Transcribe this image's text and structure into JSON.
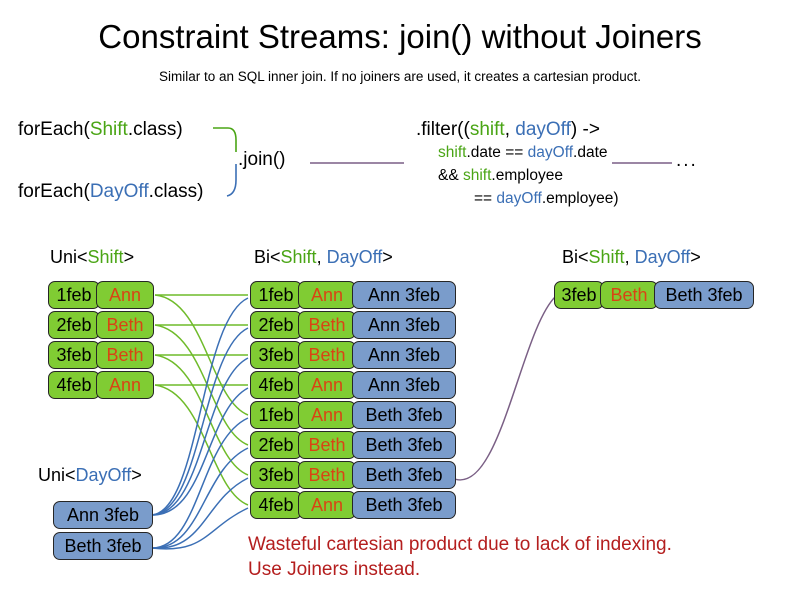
{
  "title": "Constraint Streams: join() without Joiners",
  "subtitle": "Similar to an SQL inner join. If no joiners are used, it creates a cartesian product.",
  "colors": {
    "shift_green": "#4aa515",
    "dayoff_blue": "#3b6fb5",
    "card_green": "#80cc33",
    "card_blue": "#7a9ccb",
    "name_orange": "#d94414",
    "warning_red": "#b41e1e",
    "join_line_purple": "#7a5f85"
  },
  "code": {
    "forEach_shift": {
      "prefix": "forEach(",
      "type": "Shift",
      "suffix": ".class)"
    },
    "forEach_dayoff": {
      "prefix": "forEach(",
      "type": "DayOff",
      "suffix": ".class)"
    },
    "join": ".join()",
    "filter": {
      "line1_prefix": ".filter((",
      "line1_param1": "shift",
      "line1_comma": ", ",
      "line1_param2": "dayOff",
      "line1_suffix": ") ->",
      "line2_a": "shift",
      "line2_b": ".date == ",
      "line2_c": "dayOff",
      "line2_d": ".date",
      "line3_a": "&& ",
      "line3_b": "shift",
      "line3_c": ".employee",
      "line4_a": "== ",
      "line4_b": "dayOff",
      "line4_c": ".employee)"
    },
    "ellipsis": "..."
  },
  "stream_labels": {
    "uni_shift": {
      "prefix": "Uni<",
      "type": "Shift",
      "suffix": ">"
    },
    "bi_middle": {
      "prefix": "Bi<",
      "type1": "Shift",
      "comma": ", ",
      "type2": "DayOff",
      "suffix": ">"
    },
    "bi_right": {
      "prefix": "Bi<",
      "type1": "Shift",
      "comma": ", ",
      "type2": "DayOff",
      "suffix": ">"
    },
    "uni_dayoff": {
      "prefix": "Uni<",
      "type": "DayOff",
      "suffix": ">"
    }
  },
  "uni_shift_facts": [
    {
      "date": "1feb",
      "employee": "Ann"
    },
    {
      "date": "2feb",
      "employee": "Beth"
    },
    {
      "date": "3feb",
      "employee": "Beth"
    },
    {
      "date": "4feb",
      "employee": "Ann"
    }
  ],
  "uni_dayoff_facts": [
    {
      "label": "Ann 3feb"
    },
    {
      "label": "Beth 3feb"
    }
  ],
  "bi_middle_facts": [
    {
      "date": "1feb",
      "employee": "Ann",
      "dayoff": "Ann 3feb"
    },
    {
      "date": "2feb",
      "employee": "Beth",
      "dayoff": "Ann 3feb"
    },
    {
      "date": "3feb",
      "employee": "Beth",
      "dayoff": "Ann 3feb"
    },
    {
      "date": "4feb",
      "employee": "Ann",
      "dayoff": "Ann 3feb"
    },
    {
      "date": "1feb",
      "employee": "Ann",
      "dayoff": "Beth 3feb"
    },
    {
      "date": "2feb",
      "employee": "Beth",
      "dayoff": "Beth 3feb"
    },
    {
      "date": "3feb",
      "employee": "Beth",
      "dayoff": "Beth 3feb"
    },
    {
      "date": "4feb",
      "employee": "Ann",
      "dayoff": "Beth 3feb"
    }
  ],
  "bi_right_facts": [
    {
      "date": "3feb",
      "employee": "Beth",
      "dayoff": "Beth 3feb"
    }
  ],
  "warning": {
    "line1": "Wasteful cartesian product due to lack of indexing.",
    "line2": "Use Joiners instead."
  }
}
